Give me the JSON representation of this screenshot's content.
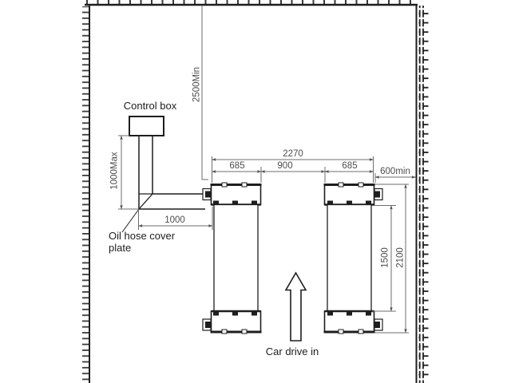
{
  "diagram": {
    "type": "installation-floor-plan",
    "labels": {
      "control_box": "Control box",
      "oil_hose_cover_plate": "Oil hose cover\nplate",
      "car_drive_in": "Car drive in"
    },
    "dims": {
      "d2500": "2500Min",
      "d1000max": "1000Max",
      "d1000": "1000",
      "d2270": "2270",
      "d685_left": "685",
      "d900": "900",
      "d685_right": "685",
      "d600": "600min",
      "d1500": "1500",
      "d2100": "2100"
    },
    "icons": {
      "car_direction_arrow": "up-arrow",
      "wall_hatch_left": "tick-hatch",
      "wall_hatch_right": "h-hatch"
    },
    "colors": {
      "background": "#ffffff",
      "outline": "#1e1e1e",
      "dimension_line": "#6e6e6e",
      "dimension_text": "#4d4d4d"
    }
  }
}
